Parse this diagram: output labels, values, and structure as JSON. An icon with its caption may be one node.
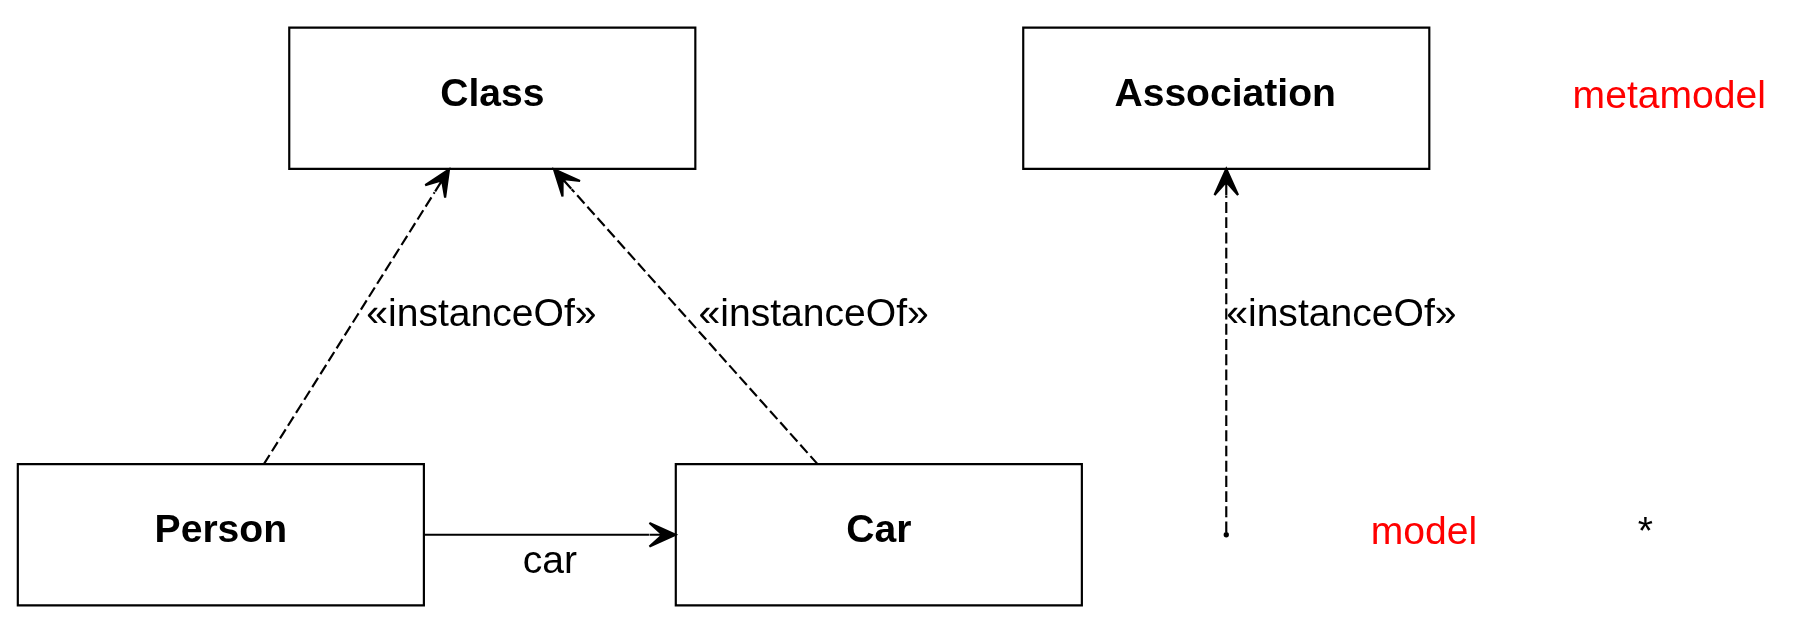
{
  "diagram": {
    "nodes": [
      {
        "text": [
          "Class"
        ]
      },
      {
        "text": [
          "Association"
        ]
      },
      {
        "text": [
          "Person"
        ]
      },
      {
        "text": [
          "Car"
        ]
      }
    ],
    "edges": [
      {
        "from": 2,
        "to": 0,
        "arrow": "to",
        "style": "dashed",
        "label": "«instanceOf»"
      },
      {
        "from": 3,
        "to": 0,
        "arrow": "to",
        "style": "dashed",
        "label": "«instanceOf»"
      },
      {
        "from": null,
        "to": 1,
        "arrow": "to",
        "style": "dashed",
        "label": "«instanceOf»"
      },
      {
        "from": 2,
        "to": 3,
        "arrow": "to",
        "label": "car"
      }
    ],
    "labels": [
      "metamodel",
      "model",
      "*"
    ]
  }
}
